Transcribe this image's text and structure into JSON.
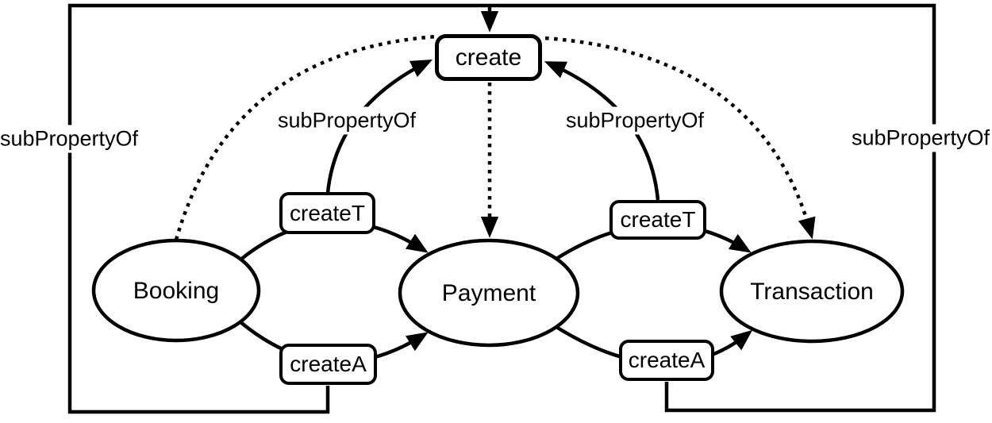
{
  "diagram": {
    "type": "rdf-property-graph",
    "colors": {
      "stroke": "#000000",
      "background": "#ffffff",
      "text": "#000000"
    },
    "nodes": {
      "booking": {
        "label": "Booking"
      },
      "payment": {
        "label": "Payment"
      },
      "transaction": {
        "label": "Transaction"
      }
    },
    "property_boxes": {
      "create": {
        "label": "create"
      },
      "createT_left": {
        "label": "createT"
      },
      "createA_left": {
        "label": "createA"
      },
      "createT_right": {
        "label": "createT"
      },
      "createA_right": {
        "label": "createA"
      }
    },
    "edge_labels": {
      "sub_property_of_outer_left": "subPropertyOf",
      "sub_property_of_inner_left": "subPropertyOf",
      "sub_property_of_inner_right": "subPropertyOf",
      "sub_property_of_outer_right": "subPropertyOf"
    },
    "edges": [
      {
        "from": "Booking",
        "to": "Payment",
        "via": "createT",
        "style": "solid-arrow"
      },
      {
        "from": "Booking",
        "to": "Payment",
        "via": "createA",
        "style": "solid-arrow"
      },
      {
        "from": "Payment",
        "to": "Transaction",
        "via": "createT",
        "style": "solid-arrow"
      },
      {
        "from": "Payment",
        "to": "Transaction",
        "via": "createA",
        "style": "solid-arrow"
      },
      {
        "from": "createT_left",
        "to": "create",
        "label": "subPropertyOf",
        "style": "solid-arrow"
      },
      {
        "from": "createT_right",
        "to": "create",
        "label": "subPropertyOf",
        "style": "solid-arrow"
      },
      {
        "from": "createA_left",
        "to": "create",
        "label": "subPropertyOf",
        "style": "solid-arrow-routed-frame"
      },
      {
        "from": "createA_right",
        "to": "create",
        "label": "subPropertyOf",
        "style": "solid-arrow-routed-frame"
      },
      {
        "from": "Booking",
        "to": "create",
        "style": "dotted"
      },
      {
        "from": "create",
        "to": "Payment",
        "style": "dotted-arrow"
      },
      {
        "from": "create",
        "to": "Transaction",
        "style": "dotted-arrow"
      }
    ]
  }
}
